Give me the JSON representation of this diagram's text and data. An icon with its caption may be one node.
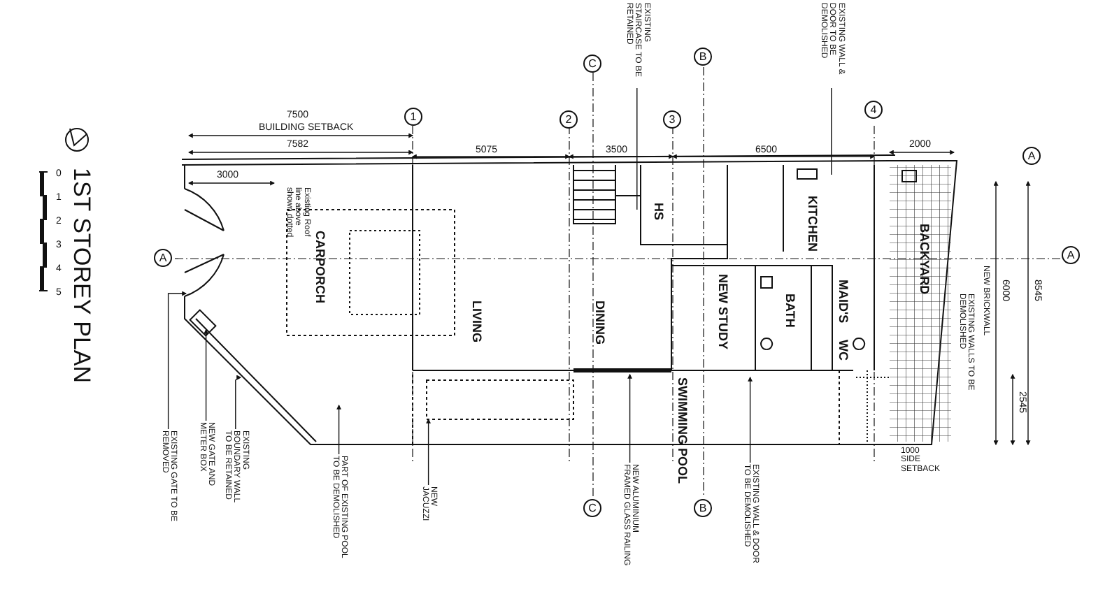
{
  "diagram": {
    "title": "1ST STOREY PLAN",
    "nodes": [
      {
        "text": [
          "EXISTING STAIRCASE TO BE RETAINED"
        ]
      },
      {
        "text": [
          "EXISTING WALL & DOOR TO BE DEMOLISHED"
        ]
      },
      {
        "text": [
          "EXISTING GATE TO BE REMOVED"
        ]
      },
      {
        "text": [
          "NEW GATE AND METER BOX"
        ]
      },
      {
        "text": [
          "EXISTING BOUNDARY WALL TO BE RETAINED"
        ]
      },
      {
        "text": [
          "PART OF EXISTING POOL TO BE DEMOLISHED"
        ]
      },
      {
        "text": [
          "NEW JACUZZI"
        ]
      },
      {
        "text": [
          "NEW ALUMINIUM FRAMED GLASS RAILING"
        ]
      },
      {
        "text": [
          "EXISTING WALL & DOOR TO BE DEMOLISHED"
        ]
      }
    ],
    "edges": [
      {
        "from": 0,
        "to": null,
        "arrow": "none"
      },
      {
        "from": 1,
        "to": null,
        "arrow": "none"
      },
      {
        "from": 2,
        "to": null,
        "arrow": "to"
      },
      {
        "from": 3,
        "to": null,
        "arrow": "to"
      },
      {
        "from": 4,
        "to": null,
        "arrow": "to"
      },
      {
        "from": 5,
        "to": null,
        "arrow": "to"
      },
      {
        "from": 6,
        "to": null,
        "arrow": "to"
      },
      {
        "from": 7,
        "to": null,
        "arrow": "to"
      },
      {
        "from": 8,
        "to": null,
        "arrow": "to"
      }
    ],
    "labels": [
      "0",
      "1",
      "2",
      "3",
      "4",
      "5",
      "7500",
      "BUILDING SETBACK",
      "7582",
      "3000",
      "5075",
      "3500",
      "6500",
      "2000",
      "6000",
      "8545",
      "2545",
      "1",
      "2",
      "3",
      "4",
      "C",
      "B",
      "A",
      "A",
      "A",
      "C",
      "B",
      "CARPORCH",
      "HS",
      "KITCHEN",
      "BACKYARD",
      "LIVING",
      "DINING",
      "NEW STUDY",
      "BATH",
      "MAID'S",
      "WC",
      "SWIMMING POOL",
      "Existing Roof line above shown dotted",
      "NEW BRICKWALL",
      "EXISTING WALLS TO BE DEMOLISHED",
      "1000 SIDE SETBACK"
    ]
  }
}
